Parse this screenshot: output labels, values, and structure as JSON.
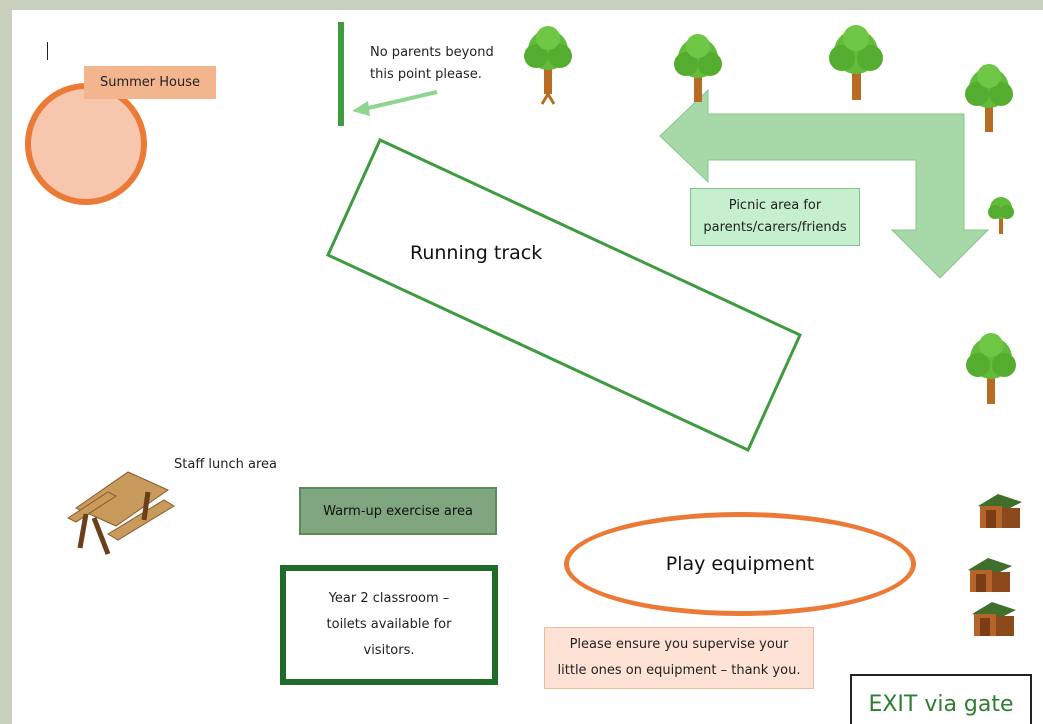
{
  "labels": {
    "summer_house": "Summer House",
    "no_parents_line1": "No parents beyond",
    "no_parents_line2": "this point please.",
    "picnic_line1": "Picnic area for",
    "picnic_line2": "parents/carers/friends",
    "running_track": "Running track",
    "staff_lunch": "Staff lunch area",
    "warmup": "Warm-up exercise area",
    "year2_line1": "Year 2 classroom –",
    "year2_line2": "toilets available for",
    "year2_line3": "visitors.",
    "play_equipment": "Play equipment",
    "supervise_line1": "Please ensure you supervise your",
    "supervise_line2": "little ones on equipment – thank you.",
    "exit": "EXIT via gate"
  },
  "icons": {
    "tree": "tree-icon",
    "picnic_table": "picnic-table-icon",
    "shed": "shed-icon"
  },
  "colors": {
    "orange": "#ec7a37",
    "green_dark": "#1f6b2a",
    "green_mid": "#4caf50",
    "green_light": "#c6efcf"
  }
}
